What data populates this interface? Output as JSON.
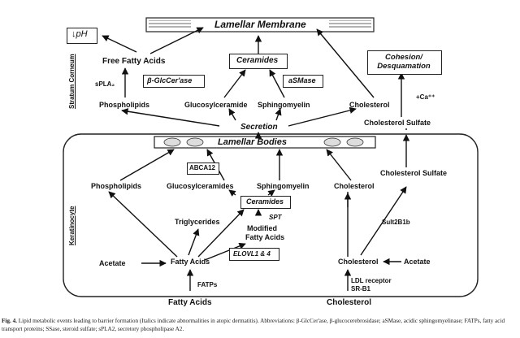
{
  "diagram": {
    "lamellar_membrane": "Lamellar Membrane",
    "lamellar_bodies": "Lamellar Bodies",
    "ph_label": "↓pH",
    "cohesion": "Cohesion/ Desquamation",
    "stratum_corneum": "Stratum Corneum",
    "keratinocyte": "Keratinocyte",
    "top": {
      "free_fatty_acids": "Free Fatty Acids",
      "ceramides": "Ceramides",
      "beta_glccerase": "β-GlcCer'ase",
      "asmase": "aSMase",
      "spla2": "sPLA₂",
      "phospholipids": "Phospholipids",
      "glucosylceramide": "Glucosylceramide",
      "sphingomyelin": "Sphingomyelin",
      "cholesterol": "Cholesterol",
      "ca": "+Ca⁺⁺",
      "cholesterol_sulfate": "Cholesterol Sulfate",
      "secretion": "Secretion"
    },
    "inner": {
      "abca12": "ABCA12",
      "phospholipids": "Phospholipids",
      "glucosylceramides": "Glucosylceramides",
      "sphingomyelin": "Sphingomyelin",
      "cholesterol": "Cholesterol",
      "cholesterol_sulfate": "Cholesterol Sulfate",
      "ceramides": "Ceramides",
      "triglycerides": "Triglycerides",
      "spt": "SPT",
      "modified": "Modified",
      "fatty_acids_mod": "Fatty Acids",
      "sult2b1b": "Sult2B1b",
      "elovl": "ELOVL1 & 4",
      "acetate_left": "Acetate",
      "fatty_acids": "Fatty Acids",
      "cholesterol_bottom": "Cholesterol",
      "acetate_right": "Acetate"
    },
    "bottom": {
      "fatps": "FATPs",
      "ldl": "LDL receptor",
      "srb1": "SR-B1",
      "fatty_acids": "Fatty Acids",
      "cholesterol": "Cholesterol"
    }
  },
  "caption": {
    "figure": "Fig. 4.",
    "text": " Lipid metabolic events leading to barrier formation (Italics indicate abnormalities in atopic dermatitis). Abbreviations: β-GlcCer'ase, β-glucocerebrosidase; aSMase, acidic sphingomyelinase; FATPs, fatty acid transport proteins; SSase, steroid sulfate; sPLA2, secretory phospholipase A2."
  }
}
